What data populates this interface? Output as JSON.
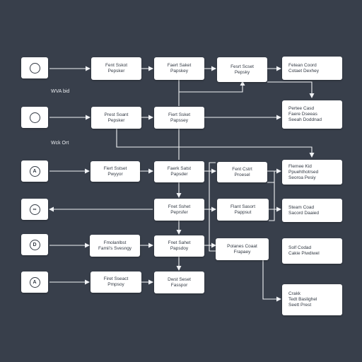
{
  "side_labels": {
    "top": "WVA bid",
    "middle": "Wck Ort"
  },
  "icons": [
    {
      "name": "circle-icon",
      "glyph": ""
    },
    {
      "name": "circle-icon",
      "glyph": ""
    },
    {
      "name": "a-icon",
      "glyph": "A"
    },
    {
      "name": "loop-icon",
      "glyph": "∞"
    },
    {
      "name": "d-icon",
      "glyph": "D"
    },
    {
      "name": "a-icon",
      "glyph": "A"
    }
  ],
  "col2": [
    [
      "Fent Sskot",
      "Pepsker"
    ],
    [
      "Prest Soant",
      "Pepsker"
    ],
    [
      "Fiert Sstset",
      "Pwyyor"
    ],
    [
      "Fmolanlbst",
      "Famii's Svesngy"
    ],
    [
      "Firet Sseact",
      "Pmpsoy"
    ]
  ],
  "col3": [
    [
      "Faert Saket",
      "Papskey"
    ],
    [
      "Fiert Ssket",
      "Papssey"
    ],
    [
      "Faerk Satst",
      "Papsder"
    ],
    [
      "Fnet Sshet",
      "Peprsfer"
    ],
    [
      "Fnet Sahet",
      "Papsdoy"
    ],
    [
      "Dwst Seset",
      "Fasspor"
    ]
  ],
  "col4": [
    [
      "Fesrt Scset",
      "Pepsky"
    ],
    [
      "Fent Cstrt",
      "Proesel"
    ],
    [
      "Flant Sasort",
      "Pappsut"
    ],
    [
      "Polanes Coaat",
      "Frapaey"
    ]
  ],
  "col5": [
    [
      "Fetean Coord",
      "Cotaet Dexhey"
    ],
    [
      "Pertee Casd",
      "Faere Dseeas",
      "Seeah Doddnad"
    ],
    [
      "Flemee Kid",
      "Ppuehthotrsed",
      "Seoroa Pesiy"
    ],
    [
      "Steam Coad",
      "Sacord Daaied"
    ],
    [
      "Solf Codad",
      "Cakie Piwdiwel"
    ],
    [
      "Crakk",
      "Tedt Baslighel",
      "Seett Prest"
    ]
  ],
  "colors": {
    "background": "#383f4b",
    "node": "#ffffff",
    "line": "#f1f3f6",
    "text": "#333a44"
  }
}
